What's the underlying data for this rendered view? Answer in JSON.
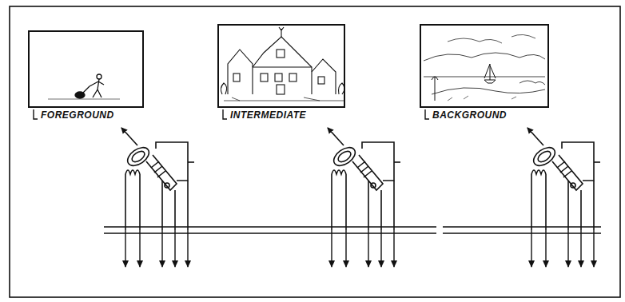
{
  "diagram": {
    "nodes": [
      {
        "text": [
          "FOREGROUND"
        ]
      },
      {
        "text": [
          "INTERMEDIATE"
        ]
      },
      {
        "text": [
          "BACKGROUND"
        ]
      }
    ]
  }
}
